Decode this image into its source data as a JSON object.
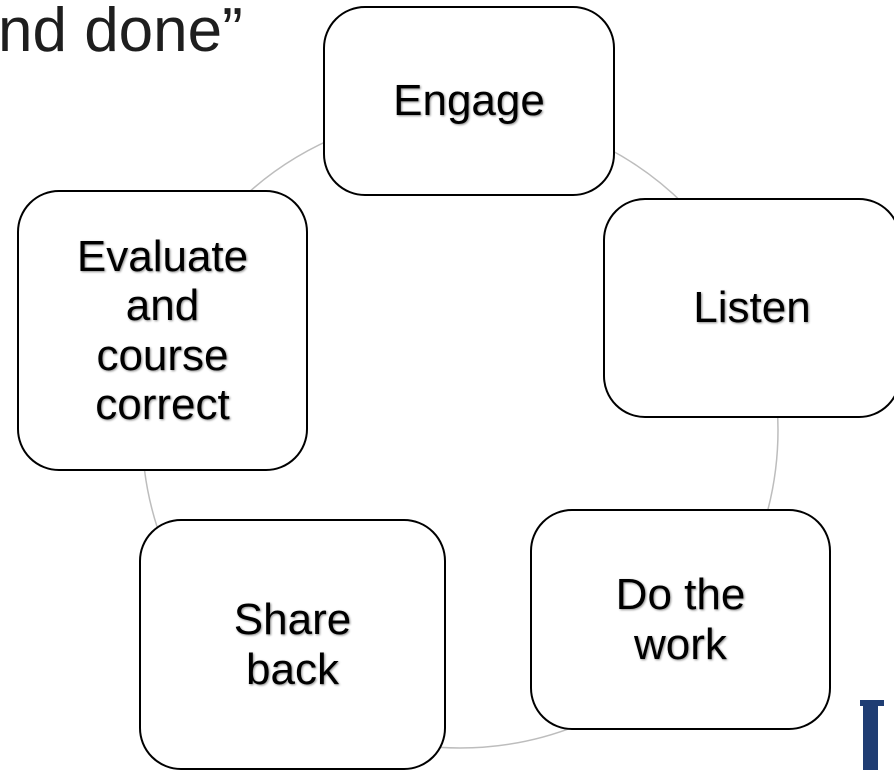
{
  "heading": {
    "text": "nd done”"
  },
  "cycle": {
    "steps": [
      {
        "label": "Engage"
      },
      {
        "label": "Listen"
      },
      {
        "label": "Do the\nwork"
      },
      {
        "label": "Share\nback"
      },
      {
        "label": "Evaluate\nand\ncourse\ncorrect"
      }
    ]
  },
  "colors": {
    "text": "#000000",
    "box_border": "#000000",
    "ring": "#bdbdbd",
    "logo": "#1f3d73"
  }
}
